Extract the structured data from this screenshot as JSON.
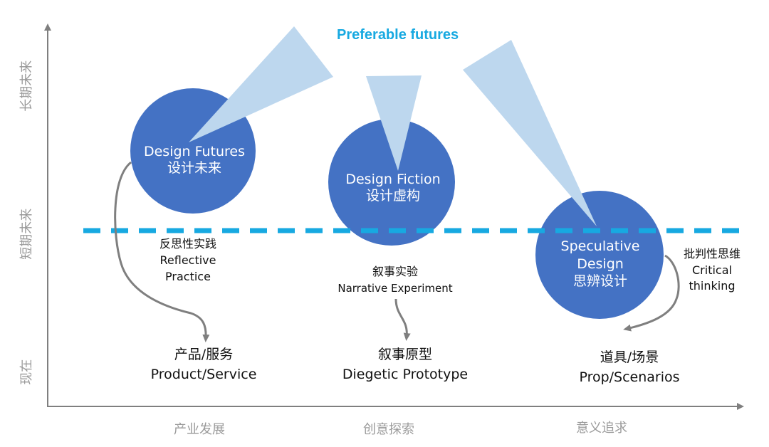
{
  "title": "Preferable futures",
  "y_axis": {
    "long_term": "长期未来",
    "short_term": "短期未来",
    "present": "现在"
  },
  "x_axis": {
    "industry": "产业发展",
    "creative": "创意探索",
    "meaning": "意义追求"
  },
  "circles": {
    "design_futures": {
      "en": "Design Futures",
      "zh": "设计未来"
    },
    "design_fiction": {
      "en": "Design Fiction",
      "zh": "设计虚构"
    },
    "speculative_design": {
      "en1": "Speculative",
      "en2": "Design",
      "zh": "思辨设计"
    }
  },
  "labels": {
    "reflective_zh": "反思性实践",
    "reflective_en1": "Reflective",
    "reflective_en2": "Practice",
    "narrative_zh": "叙事实验",
    "narrative_en": "Narrative Experiment",
    "critical_zh": "批判性思维",
    "critical_en1": "Critical",
    "critical_en2": "thinking"
  },
  "outputs": {
    "product_zh": "产品/服务",
    "product_en": "Product/Service",
    "diegetic_zh": "叙事原型",
    "diegetic_en": "Diegetic Prototype",
    "prop_zh": "道具/场景",
    "prop_en": "Prop/Scenarios"
  },
  "colors": {
    "circle": "#4472c4",
    "cone": "#bdd7ee",
    "dash": "#17a9e1",
    "axis": "#7f7f7f",
    "arrow": "#7f7f7f"
  }
}
